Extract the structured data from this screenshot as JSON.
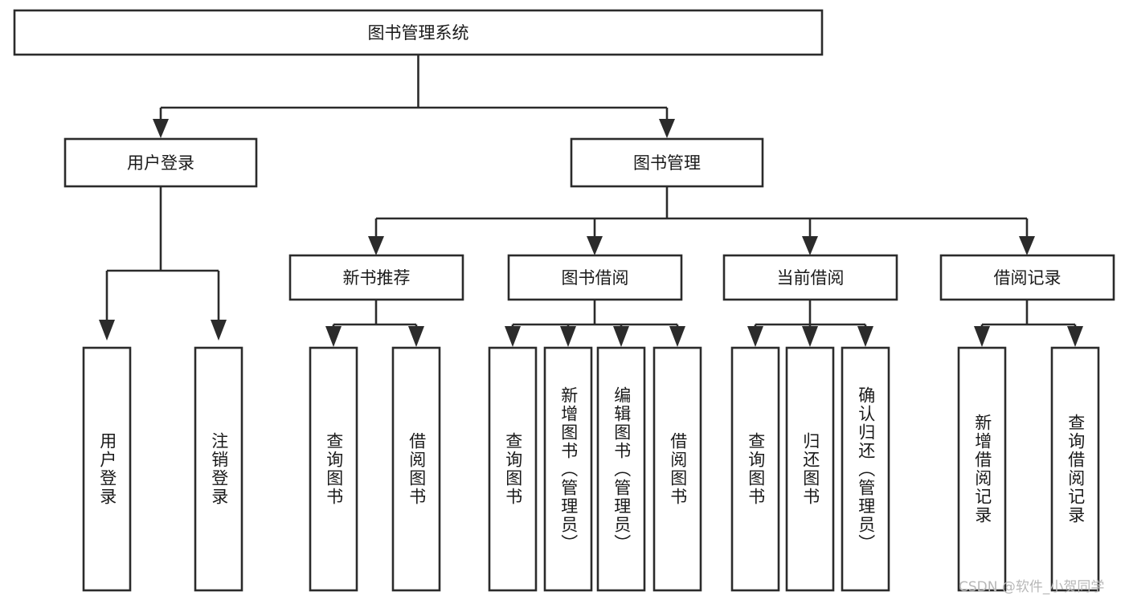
{
  "diagram": {
    "type": "tree",
    "title": "图书管理系统",
    "root": {
      "label": "图书管理系统"
    },
    "level2": [
      {
        "id": "user-login",
        "label": "用户登录"
      },
      {
        "id": "book-manage",
        "label": "图书管理"
      }
    ],
    "level3": [
      {
        "id": "new-book-recommend",
        "label": "新书推荐",
        "parent": "book-manage"
      },
      {
        "id": "book-borrow",
        "label": "图书借阅",
        "parent": "book-manage"
      },
      {
        "id": "current-borrow",
        "label": "当前借阅",
        "parent": "book-manage"
      },
      {
        "id": "borrow-record",
        "label": "借阅记录",
        "parent": "book-manage"
      }
    ],
    "leaves": [
      {
        "id": "leaf-user-login",
        "label": "用户登录",
        "parent": "user-login"
      },
      {
        "id": "leaf-user-logout",
        "label": "注销登录",
        "parent": "user-login"
      },
      {
        "id": "leaf-query-book-1",
        "label": "查询图书",
        "parent": "new-book-recommend"
      },
      {
        "id": "leaf-borrow-book-1",
        "label": "借阅图书",
        "parent": "new-book-recommend"
      },
      {
        "id": "leaf-query-book-2",
        "label": "查询图书",
        "parent": "book-borrow"
      },
      {
        "id": "leaf-add-book",
        "label": "新增图书（管理员）",
        "parent": "book-borrow"
      },
      {
        "id": "leaf-edit-book",
        "label": "编辑图书（管理员）",
        "parent": "book-borrow"
      },
      {
        "id": "leaf-borrow-book-2",
        "label": "借阅图书",
        "parent": "book-borrow"
      },
      {
        "id": "leaf-query-book-3",
        "label": "查询图书",
        "parent": "current-borrow"
      },
      {
        "id": "leaf-return-book",
        "label": "归还图书",
        "parent": "current-borrow"
      },
      {
        "id": "leaf-confirm-return",
        "label": "确认归还（管理员）",
        "parent": "current-borrow"
      },
      {
        "id": "leaf-add-record",
        "label": "新增借阅记录",
        "parent": "borrow-record"
      },
      {
        "id": "leaf-query-record",
        "label": "查询借阅记录",
        "parent": "borrow-record"
      }
    ],
    "colors": {
      "box_fill": "#ffffff",
      "box_stroke": "#2b2b2b",
      "text": "#1a1a1a",
      "connector": "#2b2b2b",
      "watermark": "#b8b8b8",
      "background": "#ffffff"
    }
  },
  "watermark": {
    "text": "CSDN @软件_小贺同学"
  }
}
